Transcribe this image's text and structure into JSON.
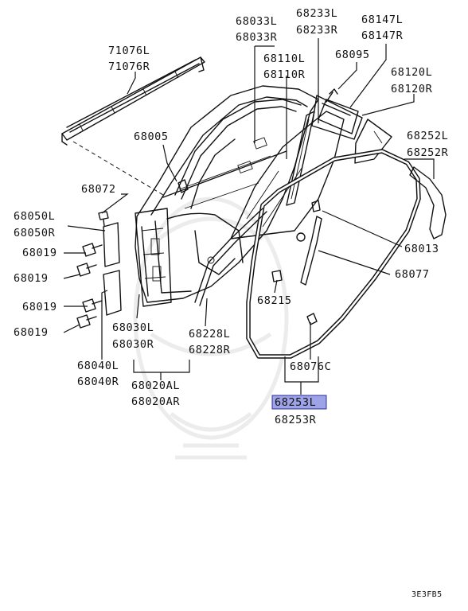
{
  "colors": {
    "line": "#111111",
    "highlight_fill": "#9ea2e6",
    "highlight_stroke": "#2b2f9c",
    "watermark": "#ececec"
  },
  "diagram": {
    "code": "3E3FB5",
    "labels": {
      "p71076": [
        "71076L",
        "71076R"
      ],
      "p68033": [
        "68033L",
        "68033R"
      ],
      "p68233": [
        "68233L",
        "68233R"
      ],
      "p68147": [
        "68147L",
        "68147R"
      ],
      "p68110": [
        "68110L",
        "68110R"
      ],
      "p68095": "68095",
      "p68120": [
        "68120L",
        "68120R"
      ],
      "p68005": "68005",
      "p68252": [
        "68252L",
        "68252R"
      ],
      "p68072": "68072",
      "p68050": [
        "68050L",
        "68050R"
      ],
      "p68013": "68013",
      "p68019a": "68019",
      "p68019b": "68019",
      "p68077": "68077",
      "p68215": "68215",
      "p68019c": "68019",
      "p68019d": "68019",
      "p68030": [
        "68030L",
        "68030R"
      ],
      "p68228": [
        "68228L",
        "68228R"
      ],
      "p68040": [
        "68040L",
        "68040R"
      ],
      "p68076c": "68076C",
      "p68020": [
        "68020AL",
        "68020AR"
      ],
      "p68253": [
        "68253L",
        "68253R"
      ]
    },
    "highlighted_part": "68253L"
  }
}
